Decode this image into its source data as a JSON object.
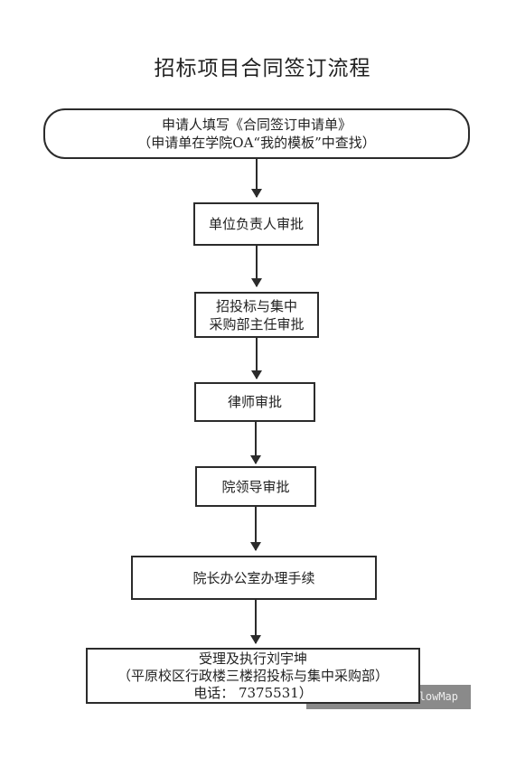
{
  "title": "招标项目合同签订流程",
  "nodes": [
    {
      "lines": [
        "申请人填写《合同签订申请单》",
        "（申请单在学院OA“我的模板”中查找）"
      ]
    },
    {
      "lines": [
        "单位负责人审批"
      ]
    },
    {
      "lines": [
        "招投标与集中",
        "采购部主任审批"
      ]
    },
    {
      "lines": [
        "律师审批"
      ]
    },
    {
      "lines": [
        "院领导审批"
      ]
    },
    {
      "lines": [
        "院长办公室办理手续"
      ]
    },
    {
      "lines": [
        "受理及执行刘宇坤",
        "（平原校区行政楼三楼招投标与集中采购部）",
        "电话： 7375531）"
      ]
    }
  ],
  "watermark": "lowMap"
}
